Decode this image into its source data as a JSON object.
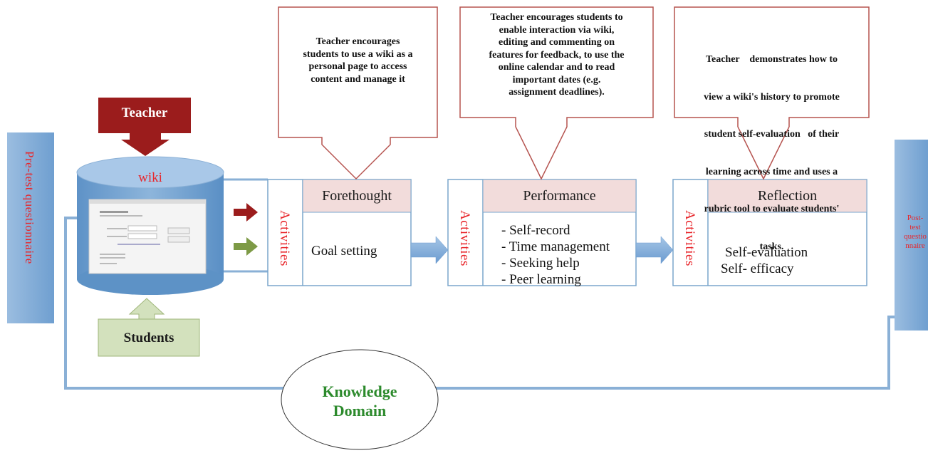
{
  "roles": {
    "teacher": "Teacher",
    "students": "Students",
    "wiki": "wiki"
  },
  "pretest": "Pre-test questionnaire",
  "posttest": [
    "Post-",
    "test",
    "questio",
    "nnaire"
  ],
  "activities_label": "Activities",
  "phases": [
    {
      "title": "Forethought",
      "items": [
        "Goal setting"
      ]
    },
    {
      "title": "Performance",
      "items": [
        "- Self-record",
        "- Time management",
        "- Seeking help",
        "- Peer learning"
      ]
    },
    {
      "title": "Reflection",
      "items": [
        "Self-evaluation",
        "Self- efficacy"
      ]
    }
  ],
  "callouts": [
    [
      "Teacher encourages",
      "students to use a wiki as a",
      "personal page to access",
      "content and manage it"
    ],
    [
      "Teacher encourages students to",
      "enable interaction via wiki,",
      "editing and commenting on",
      "features for feedback, to use the",
      "online calendar and to read",
      "important dates (e.g.",
      "assignment deadlines)."
    ],
    [
      "Teacher    demonstrates how to",
      "view a wiki's history to promote",
      "student self-evaluation   of their",
      "learning across time and uses a",
      "rubric tool to evaluate students'",
      "tasks."
    ]
  ],
  "knowledge_domain": [
    "Knowledge",
    "Domain"
  ],
  "colors": {
    "teacher": "#9b1c1c",
    "students": "#d3e1bd",
    "activities_text": "#e8262b",
    "knowledge_text": "#2c8a2c",
    "box_border": "#7aa6cc",
    "title_fill": "#f2dcdb",
    "callout_border": "#b5534f",
    "pretest_fill": "#8fb4d8"
  }
}
